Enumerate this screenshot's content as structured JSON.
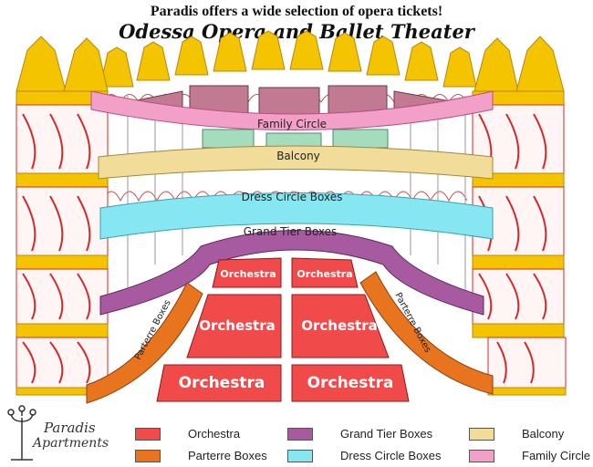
{
  "header": {
    "line1": "Paradis offers a wide selection of opera tickets!",
    "line2": "Odessa Opera and Ballet Theater"
  },
  "sections": {
    "family_circle": "Family Circle",
    "balcony": "Balcony",
    "dress_circle": "Dress Circle Boxes",
    "grand_tier": "Grand Tier Boxes",
    "parterre_left": "Parterre Boxes",
    "parterre_right": "Parterre Boxes",
    "orchestra": [
      "Orchestra",
      "Orchestra",
      "Orchestra",
      "Orchestra",
      "Orchestra",
      "Orchestra"
    ]
  },
  "legend": [
    {
      "label": "Orchestra",
      "color": "#f04a4a"
    },
    {
      "label": "Parterre Boxes",
      "color": "#e8741e"
    },
    {
      "label": "Grand Tier Boxes",
      "color": "#a85aa0"
    },
    {
      "label": "Dress Circle Boxes",
      "color": "#86e6f2"
    },
    {
      "label": "Balcony",
      "color": "#f2dc9a"
    },
    {
      "label": "Family Circle",
      "color": "#f2a0c8"
    }
  ],
  "logo": {
    "line1": "Paradis",
    "line2": "Apartments"
  },
  "colors": {
    "gold": "#f5c400",
    "column_red": "#d62828",
    "upper_boxes": "#c27a92",
    "balcony_boxes": "#a6dcbe"
  }
}
